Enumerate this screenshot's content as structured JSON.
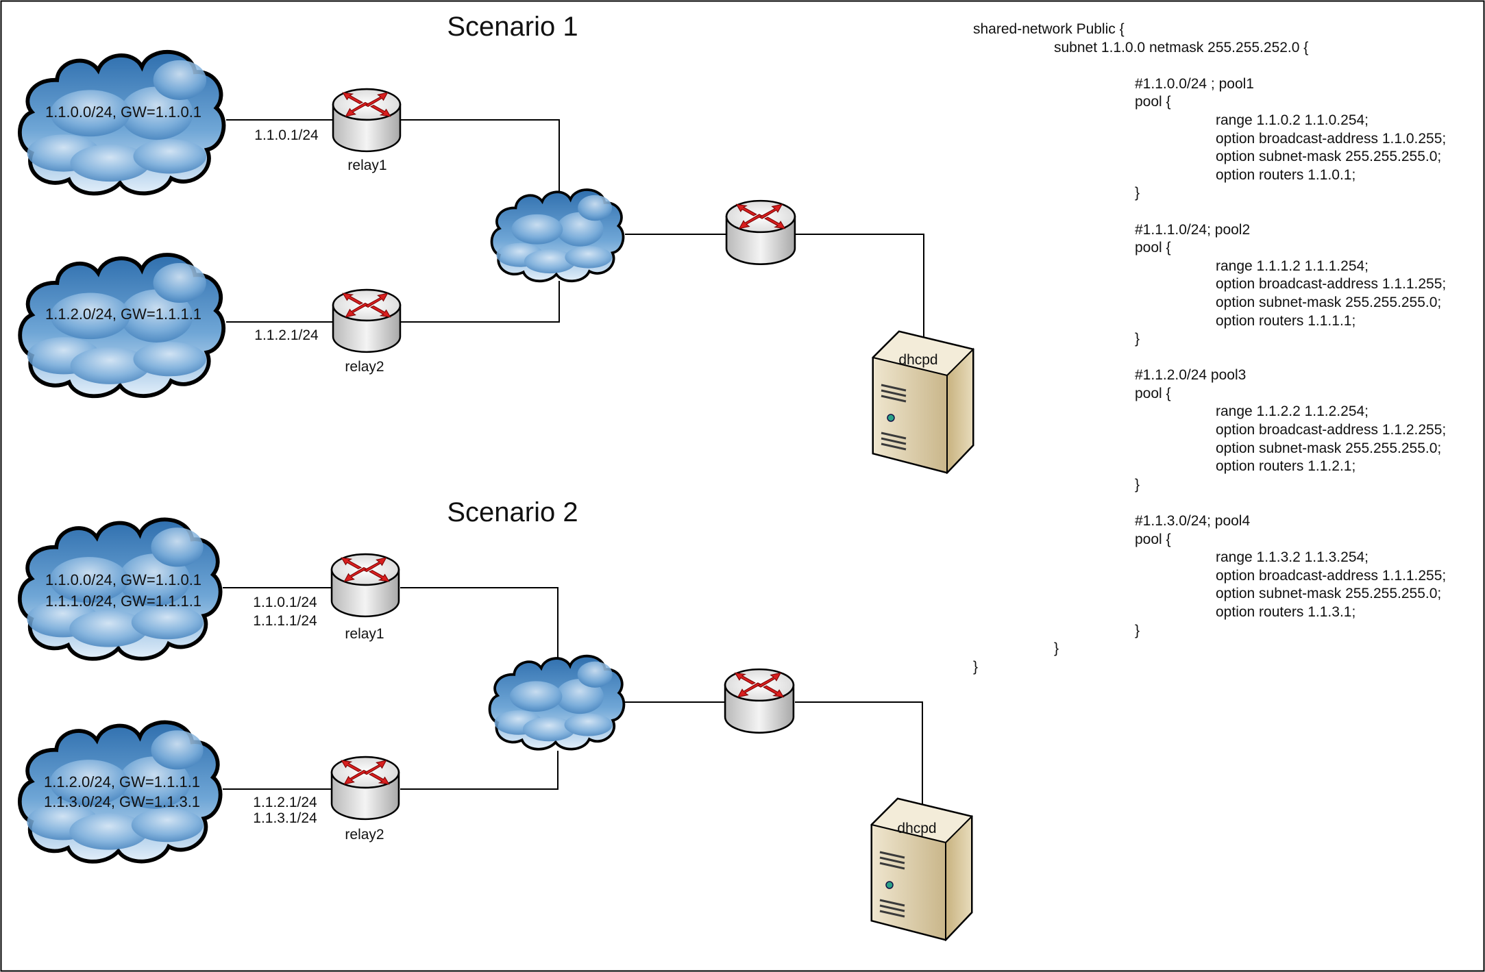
{
  "scenario1": {
    "title": "Scenario 1",
    "cloud1_lines": [
      "1.1.0.0/24, GW=1.1.0.1"
    ],
    "cloud2_lines": [
      "1.1.2.0/24, GW=1.1.1.1"
    ],
    "relay1_ips": [
      "1.1.0.1/24"
    ],
    "relay2_ips": [
      "1.1.2.1/24"
    ],
    "relay1_name": "relay1",
    "relay2_name": "relay2",
    "server_name": "dhcpd"
  },
  "scenario2": {
    "title": "Scenario 2",
    "cloud1_lines": [
      "1.1.0.0/24, GW=1.1.0.1",
      "1.1.1.0/24, GW=1.1.1.1"
    ],
    "cloud2_lines": [
      "1.1.2.0/24, GW=1.1.1.1",
      "1.1.3.0/24, GW=1.1.3.1"
    ],
    "relay1_ips": [
      "1.1.0.1/24",
      "1.1.1.1/24"
    ],
    "relay2_ips": [
      "1.1.2.1/24",
      "1.1.3.1/24"
    ],
    "relay1_name": "relay1",
    "relay2_name": "relay2",
    "server_name": "dhcpd"
  },
  "config": {
    "lines": [
      {
        "indent": 0,
        "text": "shared-network Public {"
      },
      {
        "indent": 1,
        "text": "subnet 1.1.0.0 netmask 255.255.252.0 {"
      },
      {
        "indent": 0,
        "text": ""
      },
      {
        "indent": 2,
        "text": "#1.1.0.0/24 ; pool1"
      },
      {
        "indent": 2,
        "text": "pool {"
      },
      {
        "indent": 3,
        "text": "range 1.1.0.2 1.1.0.254;"
      },
      {
        "indent": 3,
        "text": "option broadcast-address 1.1.0.255;"
      },
      {
        "indent": 3,
        "text": "option subnet-mask 255.255.255.0;"
      },
      {
        "indent": 3,
        "text": "option routers 1.1.0.1;"
      },
      {
        "indent": 2,
        "text": "}"
      },
      {
        "indent": 0,
        "text": ""
      },
      {
        "indent": 2,
        "text": "#1.1.1.0/24; pool2"
      },
      {
        "indent": 2,
        "text": "pool {"
      },
      {
        "indent": 3,
        "text": "range 1.1.1.2 1.1.1.254;"
      },
      {
        "indent": 3,
        "text": "option broadcast-address 1.1.1.255;"
      },
      {
        "indent": 3,
        "text": "option subnet-mask 255.255.255.0;"
      },
      {
        "indent": 3,
        "text": "option routers 1.1.1.1;"
      },
      {
        "indent": 2,
        "text": "}"
      },
      {
        "indent": 0,
        "text": ""
      },
      {
        "indent": 2,
        "text": "#1.1.2.0/24 pool3"
      },
      {
        "indent": 2,
        "text": "pool {"
      },
      {
        "indent": 3,
        "text": "range 1.1.2.2 1.1.2.254;"
      },
      {
        "indent": 3,
        "text": "option broadcast-address 1.1.2.255;"
      },
      {
        "indent": 3,
        "text": "option subnet-mask 255.255.255.0;"
      },
      {
        "indent": 3,
        "text": "option routers 1.1.2.1;"
      },
      {
        "indent": 2,
        "text": "}"
      },
      {
        "indent": 0,
        "text": ""
      },
      {
        "indent": 2,
        "text": "#1.1.3.0/24; pool4"
      },
      {
        "indent": 2,
        "text": "pool {"
      },
      {
        "indent": 3,
        "text": "range 1.1.3.2 1.1.3.254;"
      },
      {
        "indent": 3,
        "text": "option broadcast-address 1.1.1.255;"
      },
      {
        "indent": 3,
        "text": "option subnet-mask 255.255.255.0;"
      },
      {
        "indent": 3,
        "text": "option routers 1.1.3.1;"
      },
      {
        "indent": 2,
        "text": "}"
      },
      {
        "indent": 1,
        "text": "}"
      },
      {
        "indent": 0,
        "text": "}"
      }
    ]
  },
  "icons": {
    "cloud": "cloud-icon",
    "router": "router-icon",
    "server": "server-icon"
  },
  "colors": {
    "cloud_fill": "#5b96c9",
    "router_arrow": "#d81f1f",
    "server_body": "#d8c7a0",
    "line": "#000000"
  }
}
